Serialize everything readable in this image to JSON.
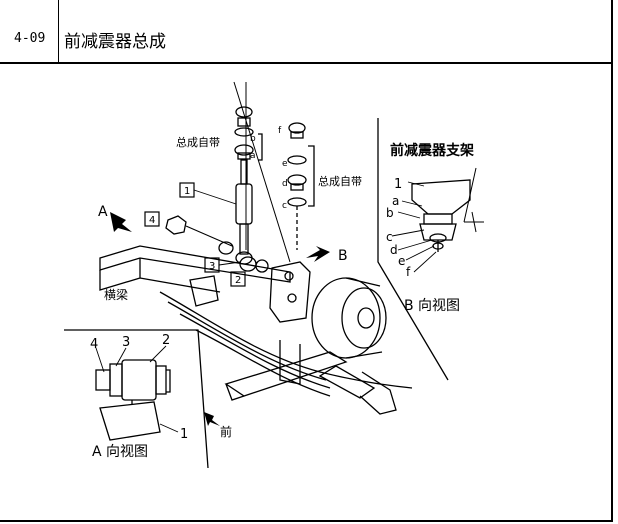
{
  "header": {
    "code": "4-09",
    "title": "前减震器总成"
  },
  "diagram": {
    "label_A": "A",
    "label_B": "B",
    "assembly_with_top": "总成自带",
    "assembly_with_right": "总成自带",
    "crossbeam": "横梁",
    "front": "前",
    "view_a": "A 向视图",
    "view_b": "B 向视图",
    "bracket_title": "前减震器支架",
    "boxes": [
      "1",
      "2",
      "3",
      "4"
    ],
    "letters": [
      "a",
      "b",
      "c",
      "d",
      "e",
      "f"
    ],
    "inset_a_numbers": [
      "4",
      "3",
      "2",
      "1"
    ],
    "inset_b_number": "1"
  }
}
